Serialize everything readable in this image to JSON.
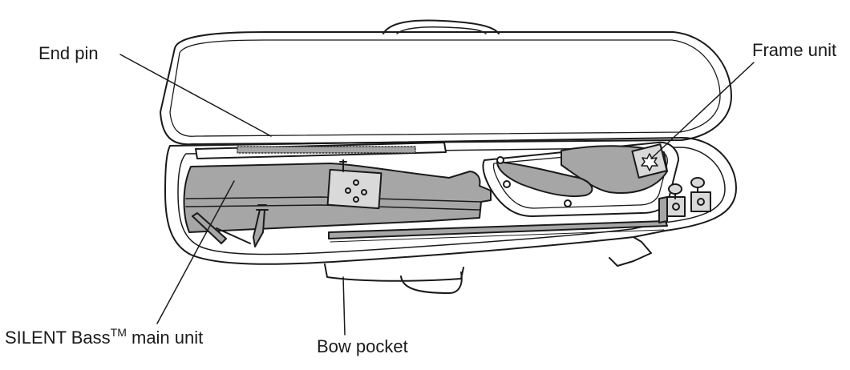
{
  "labels": {
    "end_pin": "End pin",
    "frame_unit": "Frame unit",
    "main_unit_prefix": "SILENT Bass",
    "main_unit_tm": "TM",
    "main_unit_suffix": " main unit",
    "bow_pocket": "Bow pocket"
  },
  "colors": {
    "outline": "#1a1a1a",
    "fill_gray": "#a6a6a6",
    "fill_light": "#d9d9d9",
    "background": "#ffffff"
  }
}
